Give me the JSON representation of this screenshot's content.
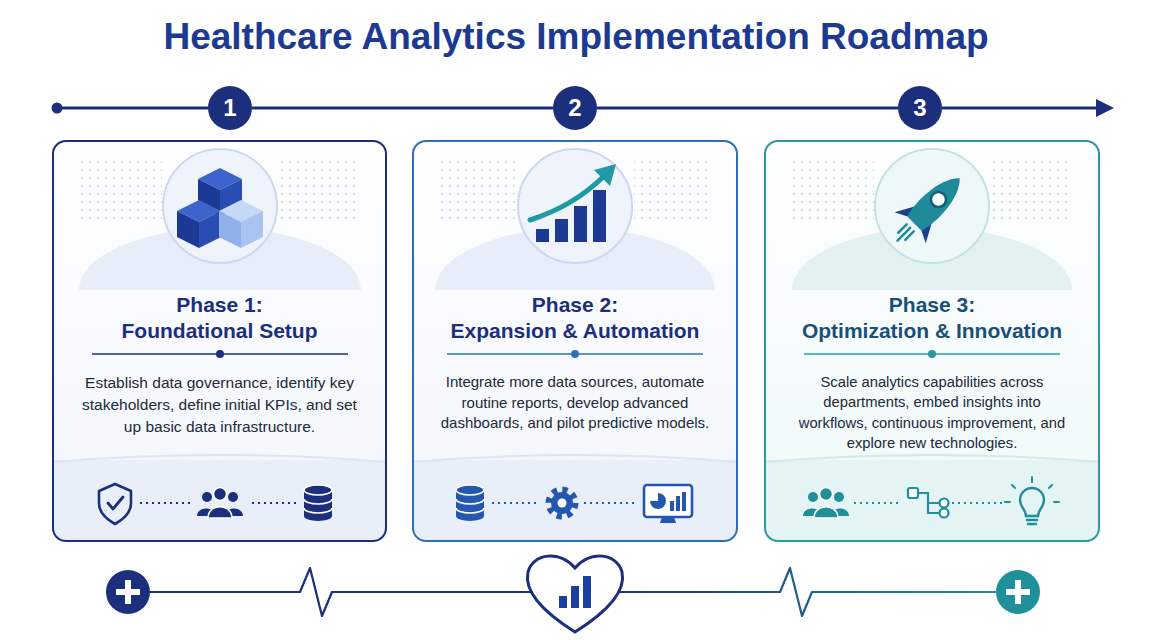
{
  "diagram": {
    "title": "Healthcare Analytics Implementation Roadmap",
    "nodes": [
      {
        "text": [
          "1"
        ]
      },
      {
        "text": [
          "2"
        ]
      },
      {
        "text": [
          "3"
        ]
      },
      {
        "text": [
          "Phase 1: Foundational Setup",
          "Establish data governance, identify key stakeholders, define initial KPIs, and set up basic data infrastructure."
        ]
      },
      {
        "text": [
          "Phase 2: Expansion & Automation",
          "Integrate more data sources, automate routine reports, develop advanced dashboards, and pilot predictive models."
        ]
      },
      {
        "text": [
          "Phase 3: Optimization & Innovation",
          "Scale analytics capabilities across departments, embed insights into workflows, continuous improvement, and explore new technologies."
        ]
      }
    ],
    "edges": [
      {
        "from": 0,
        "to": 1,
        "arrow": "none"
      },
      {
        "from": 1,
        "to": 2,
        "arrow": "none"
      }
    ]
  }
}
